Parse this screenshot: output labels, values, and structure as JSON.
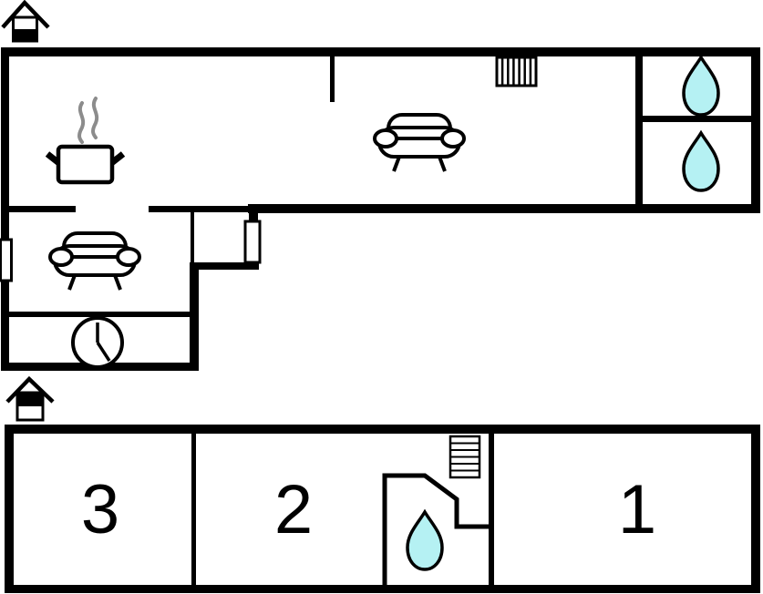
{
  "colors": {
    "background": "#ffffff",
    "wall": "#000000",
    "water_drop_fill": "#b5f1f3",
    "steam": "#8c8c8c"
  },
  "upper_floor": {
    "indicator_icon": "house-bottom-half-filled",
    "symbols": {
      "kitchen": "cooking-pot-with-steam-icon",
      "living_room": "sofa-icon",
      "sitting_room": "sofa-icon",
      "heater": "radiator-icon",
      "bathrooms": [
        "water-drop-icon",
        "water-drop-icon"
      ],
      "clock": "wall-clock-icon",
      "window": "window-symbol",
      "door": "door-symbol"
    }
  },
  "lower_floor": {
    "indicator_icon": "house-top-half-filled",
    "rooms": [
      {
        "label": "3"
      },
      {
        "label": "2"
      },
      {
        "label": "1"
      }
    ],
    "symbols": {
      "stairs": "stairs-icon",
      "bathroom": "water-drop-icon"
    }
  }
}
